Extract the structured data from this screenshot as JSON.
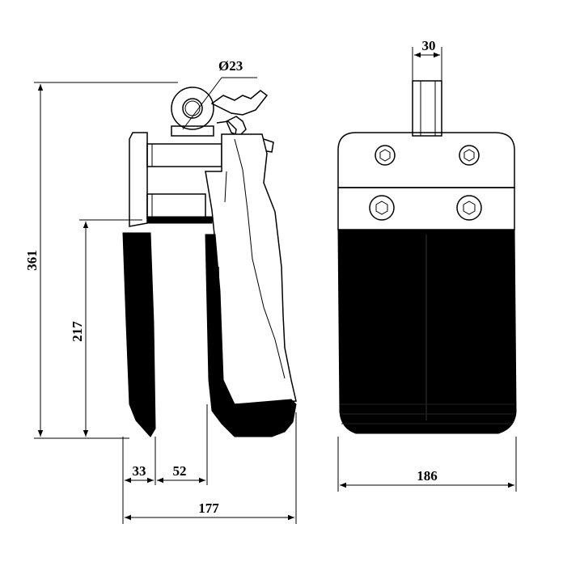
{
  "dimensions": {
    "overall_height": "361",
    "blade_height": "217",
    "pin_diameter": "Ø23",
    "blade_thickness": "33",
    "blade_gap": "52",
    "side_width": "177",
    "front_width": "186",
    "stem_width": "30"
  }
}
